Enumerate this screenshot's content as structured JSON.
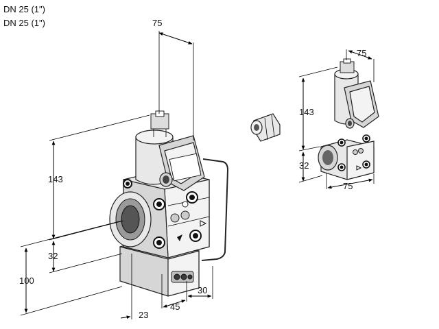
{
  "header": {
    "line1": "DN 25 (1\")",
    "line2": "DN 25 (1\")"
  },
  "main_view": {
    "dimensions": {
      "top_width": "75",
      "height": "143",
      "mid_height": "32",
      "bottom_height": "100",
      "offset_bottom": "23",
      "width_bottom": "45",
      "depth_bottom": "30"
    }
  },
  "small_view": {
    "dimensions": {
      "top_width": "75",
      "height": "143",
      "mid_height": "32",
      "bottom_width": "75"
    }
  }
}
